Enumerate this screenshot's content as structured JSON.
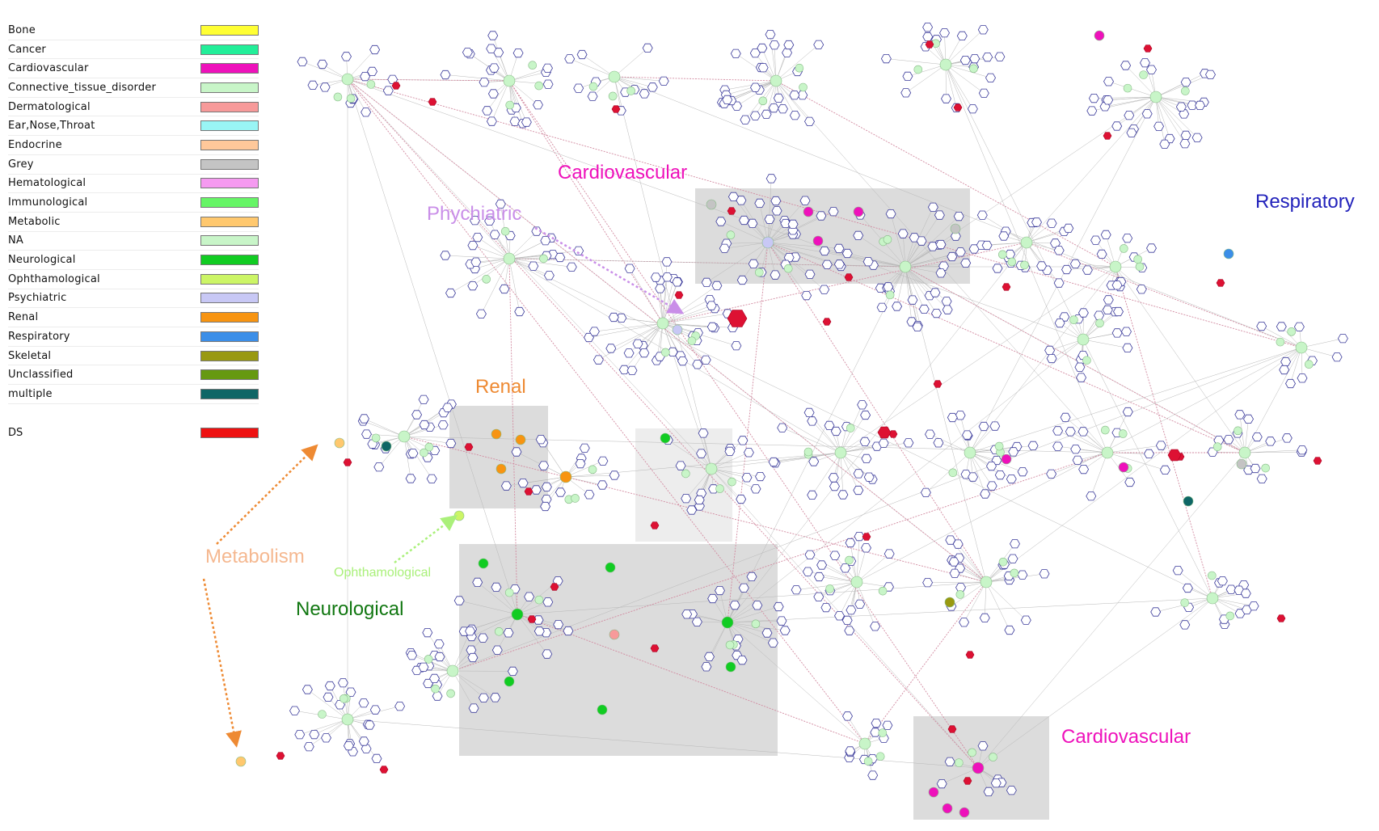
{
  "legend": {
    "items": [
      {
        "label": "Bone",
        "color": "#ffff33"
      },
      {
        "label": "Cancer",
        "color": "#22ee99"
      },
      {
        "label": "Cardiovascular",
        "color": "#ee11bb"
      },
      {
        "label": "Connective_tissue_disorder",
        "color": "#c8f5c8"
      },
      {
        "label": "Dermatological",
        "color": "#f79a9a"
      },
      {
        "label": "Ear,Nose,Throat",
        "color": "#99f5f5"
      },
      {
        "label": "Endocrine",
        "color": "#ffc89a"
      },
      {
        "label": "Grey",
        "color": "#c4c4c4"
      },
      {
        "label": "Hematological",
        "color": "#f59af0"
      },
      {
        "label": "Immunological",
        "color": "#66f566"
      },
      {
        "label": "Metabolic",
        "color": "#ffc86e"
      },
      {
        "label": "NA",
        "color": "#c8f5c8"
      },
      {
        "label": "Neurological",
        "color": "#11cc22"
      },
      {
        "label": "Ophthamological",
        "color": "#ccf566"
      },
      {
        "label": "Psychiatric",
        "color": "#c8c8f5"
      },
      {
        "label": "Renal",
        "color": "#f79411"
      },
      {
        "label": "Respiratory",
        "color": "#3b8ee8"
      },
      {
        "label": "Skeletal",
        "color": "#999911"
      },
      {
        "label": "Unclassified",
        "color": "#669911"
      },
      {
        "label": "multiple",
        "color": "#0f6666"
      }
    ],
    "ds": {
      "label": "DS",
      "color": "#ee1111"
    }
  },
  "regions": {
    "cardiovascular_top": {
      "label": "Cardiovascular",
      "color": "#ee11bb"
    },
    "respiratory": {
      "label": "Respiratory",
      "color": "#2222bb"
    },
    "phychiatric": {
      "label": "Phychiatric",
      "color": "#c98ee8"
    },
    "renal": {
      "label": "Renal",
      "color": "#ee8a33"
    },
    "metabolism": {
      "label": "Metabolism",
      "color": "#f5b890"
    },
    "ophthamological": {
      "label": "Ophthamological",
      "color": "#aaf07a"
    },
    "neurological": {
      "label": "Neurological",
      "color": "#117711"
    },
    "cardiovascular_bottom": {
      "label": "Cardiovascular",
      "color": "#ee11bb"
    }
  },
  "colors": {
    "drug_node": "#3a3a9a",
    "target_node": "#c8f5c8",
    "ds_node": "#dd1133",
    "edge": "#b8b8b8",
    "ds_edge": "#d28aa0",
    "box": "#dcdcdc"
  }
}
